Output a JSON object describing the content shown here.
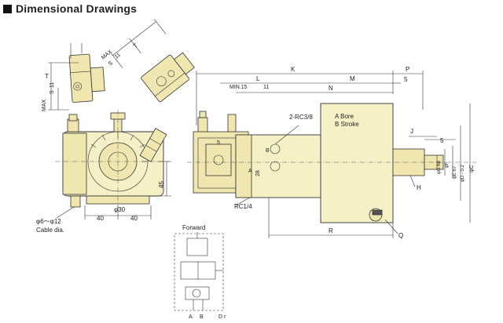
{
  "page": {
    "title": "Dimensional Drawings"
  },
  "labels": {
    "k": "K",
    "p": "P",
    "l": "L",
    "m": "M",
    "n": "N",
    "five_top": "5",
    "min15": "MIN.15",
    "eleven_mid": "11",
    "port_main": "2-RC3/8",
    "bore": "A  Bore",
    "stroke": "B  Stroke",
    "j": "J",
    "five_right": "5",
    "dia_g": "φG h8",
    "dia_f": "φF",
    "dia_e": "φE h7",
    "dia_d": "φD - 0.2",
    "dia_c": "φC",
    "h": "H",
    "rc_small": "RC1/4",
    "five_small": "5",
    "twentyeight": "28",
    "r": "R",
    "q": "Q",
    "a_small": "A",
    "b_small": "B",
    "max_left": "MAX",
    "s_left": "S",
    "eleven_left": "11",
    "t_left": "T",
    "max_top": "MAX",
    "s_top": "S",
    "eleven_top": "11",
    "t_top": "T",
    "forty_five": "45",
    "forty_a": "40",
    "dia30": "φ30",
    "forty_b": "40",
    "cable_range": "φ6～φ12",
    "cable_dia": "Cable dia.",
    "forward": "Forward",
    "circ_a": "A",
    "circ_b": "B",
    "circ_dr": "D r"
  }
}
